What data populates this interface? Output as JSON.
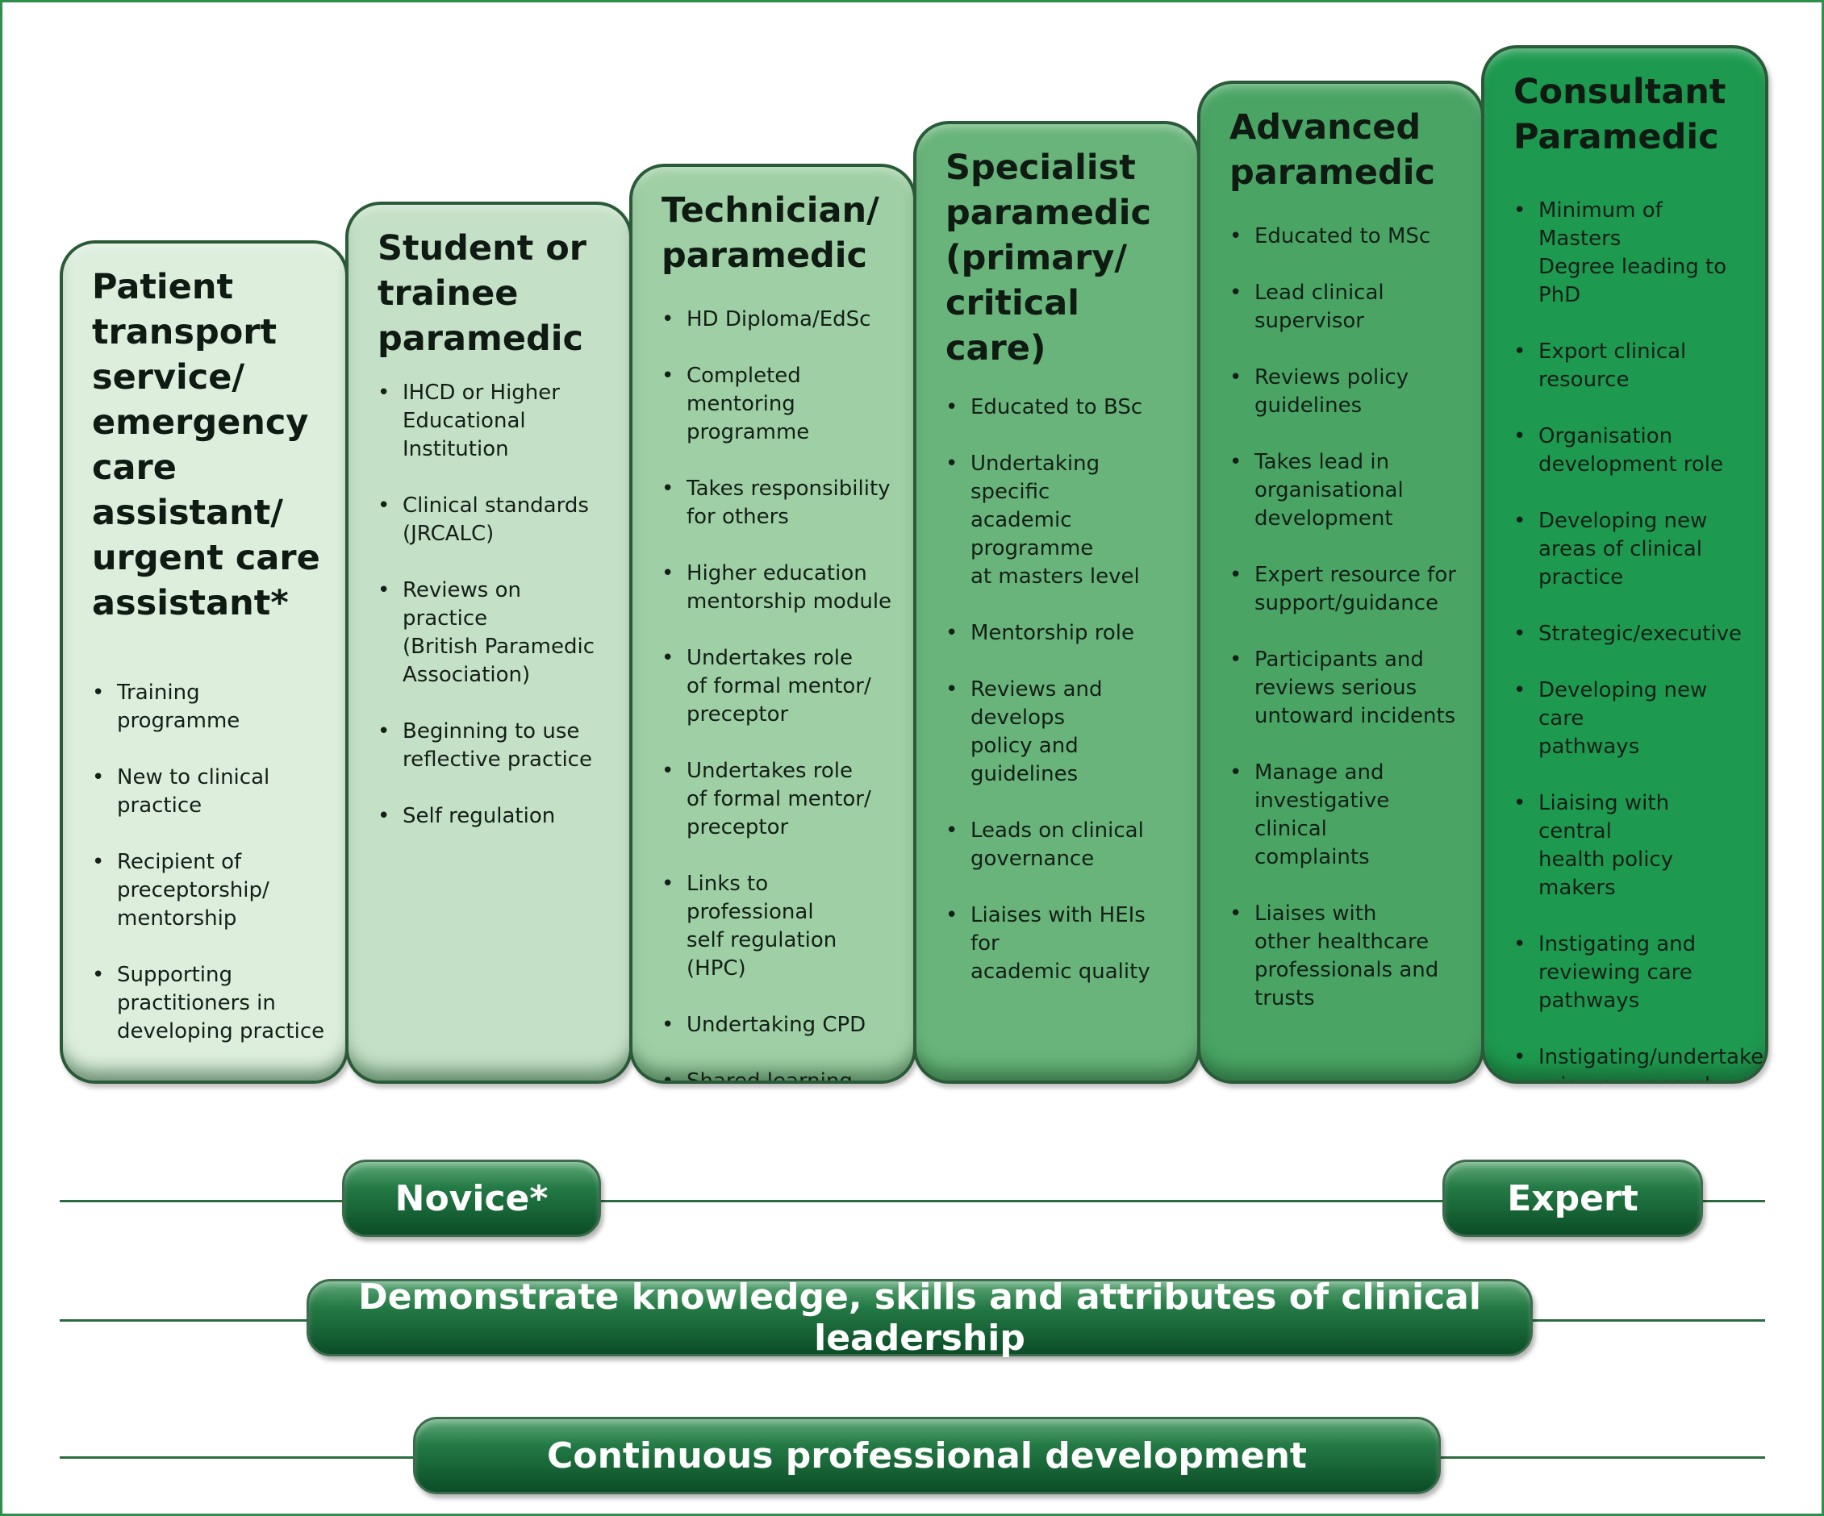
{
  "columns": [
    {
      "title": "Patient\ntransport\nservice/\nemergency\ncare assistant/\nurgent care\nassistant*",
      "items": [
        "Training programme",
        "New to clinical\npractice",
        "Recipient of\npreceptorship/\nmentorship",
        "Supporting\npractitioners in\ndeveloping practice"
      ]
    },
    {
      "title": "Student or\ntrainee\nparamedic",
      "items": [
        "IHCD or Higher\nEducational\nInstitution",
        "Clinical standards\n(JRCALC)",
        "Reviews on practice\n(British Paramedic\nAssociation)",
        "Beginning to use\nreflective practice",
        "Self regulation"
      ]
    },
    {
      "title": "Technician/\nparamedic",
      "items": [
        "HD Diploma/EdSc",
        "Completed mentoring\nprogramme",
        "Takes responsibility\nfor others",
        "Higher education\nmentorship module",
        "Undertakes role\nof formal mentor/\npreceptor",
        "Undertakes role\nof formal mentor/\npreceptor",
        "Links to professional\nself regulation (HPC)",
        "Undertaking CPD",
        "Shared learning"
      ]
    },
    {
      "title": "Specialist\nparamedic\n(primary/\ncritical care)",
      "items": [
        "Educated to BSc",
        "Undertaking specific\nacademic programme\nat masters level",
        "Mentorship role",
        "Reviews and develops\npolicy and guidelines",
        "Leads on clinical\ngovernance",
        "Liaises with HEIs for\nacademic quality"
      ]
    },
    {
      "title": "Advanced\nparamedic",
      "items": [
        "Educated to MSc",
        "Lead clinical\nsupervisor",
        "Reviews policy\nguidelines",
        "Takes lead in\norganisational\ndevelopment",
        "Expert resource for\nsupport/guidance",
        "Participants and\nreviews serious\nuntoward incidents",
        "Manage and\ninvestigative clinical\ncomplaints",
        "Liaises with\nother healthcare\nprofessionals and\ntrusts"
      ]
    },
    {
      "title": "Consultant\nParamedic",
      "items": [
        "Minimum of Masters\nDegree leading to\nPhD",
        "Export clinical\nresource",
        "Organisation\ndevelopment role",
        "Developing new\nareas of clinical\npractice",
        "Strategic/executive",
        "Developing new care\npathways",
        "Liaising with central\nhealth policy makers",
        "Instigating and\nreviewing care\npathways",
        "Instigating/undertake\nprimary research"
      ]
    }
  ],
  "labels": {
    "novice": "Novice*",
    "expert": "Expert",
    "leadership": "Demonstrate knowledge, skills and attributes of clinical leadership",
    "cpd": "Continuous professional development"
  },
  "colors": {
    "column_fills": [
      "#ddeedd",
      "#c4e0c6",
      "#9fcfa4",
      "#68b47a",
      "#4aa565",
      "#1d9a4f"
    ],
    "pill_dark": "#0b4d27",
    "line": "#2a6b3f"
  }
}
